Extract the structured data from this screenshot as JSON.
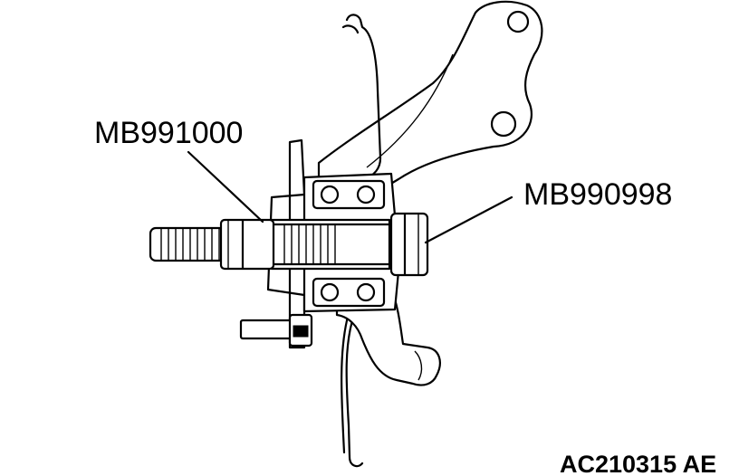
{
  "labels": {
    "tool_mb991000": "MB991000",
    "tool_mb990998": "MB990998",
    "figure_id": "AC210315 AE"
  }
}
